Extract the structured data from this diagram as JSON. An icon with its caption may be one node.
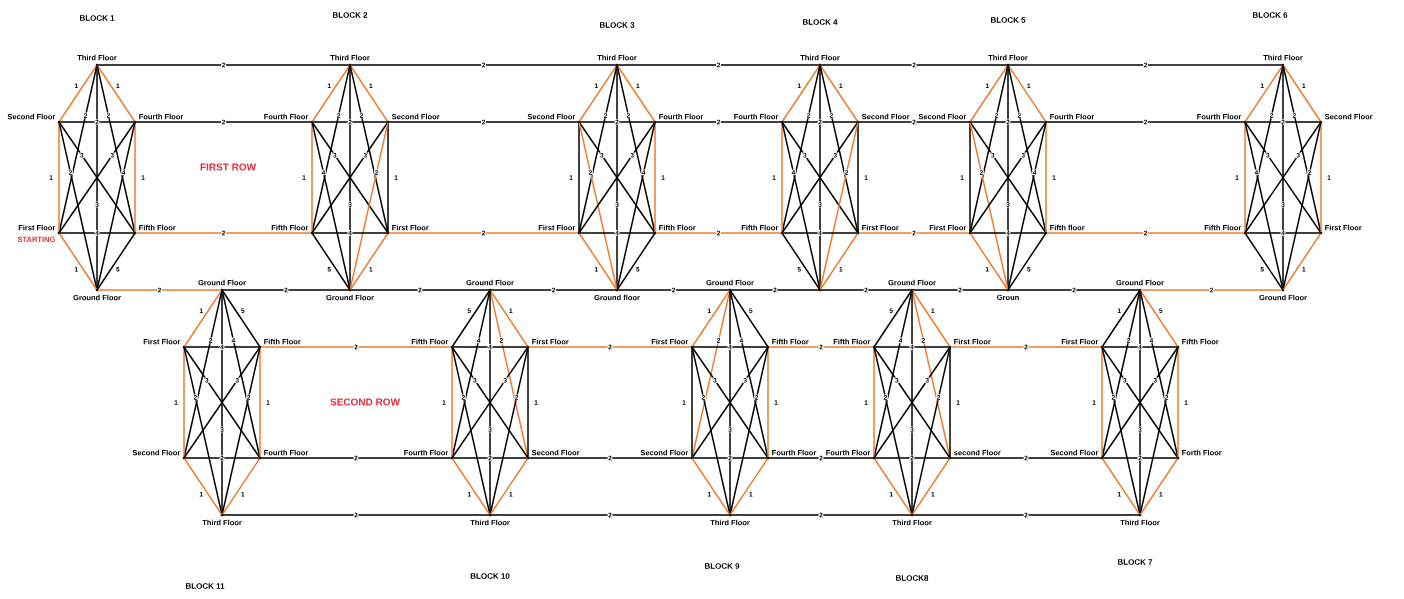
{
  "diagram": {
    "nodes": [
      {
        "text": [],
        "shape": "circle",
        "beside": [
          "Third Floor"
        ]
      },
      {
        "text": [],
        "shape": "circle",
        "beside": [
          "Second Floor"
        ]
      },
      {
        "text": [],
        "shape": "circle",
        "beside": [
          "Fourth Floor"
        ]
      },
      {
        "text": [],
        "shape": "circle",
        "beside": [
          "First Floor",
          "STARTING"
        ]
      },
      {
        "text": [],
        "shape": "circle",
        "beside": [
          "Fifth Floor"
        ]
      },
      {
        "text": [],
        "shape": "circle",
        "beside": [
          "Ground Floor"
        ]
      },
      {
        "text": [],
        "shape": "circle",
        "beside": [
          "Third Floor"
        ]
      },
      {
        "text": [],
        "shape": "circle",
        "beside": [
          "Fourth Floor"
        ]
      },
      {
        "text": [],
        "shape": "circle",
        "beside": [
          "Second Floor"
        ]
      },
      {
        "text": [],
        "shape": "circle",
        "beside": [
          "Fifth Floor"
        ]
      },
      {
        "text": [],
        "shape": "circle",
        "beside": [
          "First Floor"
        ]
      },
      {
        "text": [],
        "shape": "circle",
        "beside": [
          "Ground Floor"
        ]
      },
      {
        "text": [],
        "shape": "circle",
        "beside": [
          "Third Floor"
        ]
      },
      {
        "text": [],
        "shape": "circle",
        "beside": [
          "Second Floor"
        ]
      },
      {
        "text": [],
        "shape": "circle",
        "beside": [
          "Fourth Floor"
        ]
      },
      {
        "text": [],
        "shape": "circle",
        "beside": [
          "First Floor"
        ]
      },
      {
        "text": [],
        "shape": "circle",
        "beside": [
          "Fifth Floor"
        ]
      },
      {
        "text": [],
        "shape": "circle",
        "beside": [
          "Ground floor"
        ]
      },
      {
        "text": [],
        "shape": "circle",
        "beside": [
          "Third Floor"
        ]
      },
      {
        "text": [],
        "shape": "circle",
        "beside": [
          "Fourth Floor"
        ]
      },
      {
        "text": [],
        "shape": "circle",
        "beside": [
          "Second Floor"
        ]
      },
      {
        "text": [],
        "shape": "circle",
        "beside": [
          "Fifth Floor"
        ]
      },
      {
        "text": [],
        "shape": "circle",
        "beside": [
          "First Floor"
        ]
      },
      {
        "text": [],
        "shape": "circle"
      },
      {
        "text": [],
        "shape": "circle",
        "beside": [
          "Third Floor"
        ]
      },
      {
        "text": [],
        "shape": "circle",
        "beside": [
          "Second Floor"
        ]
      },
      {
        "text": [],
        "shape": "circle",
        "beside": [
          "Fourth Floor"
        ]
      },
      {
        "text": [],
        "shape": "circle",
        "beside": [
          "First Floor"
        ]
      },
      {
        "text": [],
        "shape": "circle",
        "beside": [
          "Fifth floor"
        ]
      },
      {
        "text": [],
        "shape": "circle",
        "beside": [
          "Groun"
        ]
      },
      {
        "text": [],
        "shape": "circle",
        "beside": [
          "Third Floor"
        ]
      },
      {
        "text": [],
        "shape": "circle",
        "beside": [
          "Fourth Floor"
        ]
      },
      {
        "text": [],
        "shape": "circle",
        "beside": [
          "Second Floor"
        ]
      },
      {
        "text": [],
        "shape": "circle",
        "beside": [
          "Fifth Floor"
        ]
      },
      {
        "text": [],
        "shape": "circle",
        "beside": [
          "First Floor"
        ]
      },
      {
        "text": [],
        "shape": "circle",
        "beside": [
          "Ground Floor"
        ]
      },
      {
        "text": [],
        "shape": "circle",
        "beside": [
          "Ground Floor"
        ]
      },
      {
        "text": [],
        "shape": "circle",
        "beside": [
          "First Floor"
        ]
      },
      {
        "text": [],
        "shape": "circle",
        "beside": [
          "Fifth Floor"
        ]
      },
      {
        "text": [],
        "shape": "circle",
        "beside": [
          "Second Floor"
        ]
      },
      {
        "text": [],
        "shape": "circle",
        "beside": [
          "Fourth Floor"
        ]
      },
      {
        "text": [],
        "shape": "circle",
        "beside": [
          "Third Floor"
        ]
      },
      {
        "text": [],
        "shape": "circle",
        "beside": [
          "Ground Floor"
        ]
      },
      {
        "text": [],
        "shape": "circle",
        "beside": [
          "Fifth Floor"
        ]
      },
      {
        "text": [],
        "shape": "circle",
        "beside": [
          "First Floor"
        ]
      },
      {
        "text": [],
        "shape": "circle",
        "beside": [
          "Fourth Floor"
        ]
      },
      {
        "text": [],
        "shape": "circle",
        "beside": [
          "Second Floor"
        ]
      },
      {
        "text": [],
        "shape": "circle",
        "beside": [
          "Third Floor"
        ]
      },
      {
        "text": [],
        "shape": "circle",
        "beside": [
          "Ground Floor"
        ]
      },
      {
        "text": [],
        "shape": "circle",
        "beside": [
          "First Floor"
        ]
      },
      {
        "text": [],
        "shape": "circle",
        "beside": [
          "Fifth Floor"
        ]
      },
      {
        "text": [],
        "shape": "circle",
        "beside": [
          "Second Floor"
        ]
      },
      {
        "text": [],
        "shape": "circle",
        "beside": [
          "Fourth Floor"
        ]
      },
      {
        "text": [],
        "shape": "circle",
        "beside": [
          "Third Floor"
        ]
      },
      {
        "text": [],
        "shape": "circle",
        "beside": [
          "Ground Floor"
        ]
      },
      {
        "text": [],
        "shape": "circle",
        "beside": [
          "Fifth Floor"
        ]
      },
      {
        "text": [],
        "shape": "circle",
        "beside": [
          "First Floor"
        ]
      },
      {
        "text": [],
        "shape": "circle",
        "beside": [
          "Fourth Floor"
        ]
      },
      {
        "text": [],
        "shape": "circle",
        "beside": [
          "second Floor"
        ]
      },
      {
        "text": [],
        "shape": "circle",
        "beside": [
          "Third Floor"
        ]
      },
      {
        "text": [],
        "shape": "circle",
        "beside": [
          "Ground Floor"
        ]
      },
      {
        "text": [],
        "shape": "circle",
        "beside": [
          "First Floor"
        ]
      },
      {
        "text": [],
        "shape": "circle",
        "beside": [
          "Fifth Floor"
        ]
      },
      {
        "text": [],
        "shape": "circle",
        "beside": [
          "Second Floor"
        ]
      },
      {
        "text": [],
        "shape": "circle",
        "beside": [
          "Forth Floor"
        ]
      },
      {
        "text": [],
        "shape": "circle",
        "beside": [
          "Third Floor"
        ]
      }
    ],
    "edges": [
      {
        "from": 0,
        "to": 1,
        "arrow": "none",
        "label": "1",
        "color": "#ed7d31"
      },
      {
        "from": 0,
        "to": 2,
        "arrow": "none",
        "label": "1",
        "color": "#ed7d31"
      },
      {
        "from": 0,
        "to": 3,
        "arrow": "none",
        "label": "2"
      },
      {
        "from": 0,
        "to": 4,
        "arrow": "none",
        "label": "2"
      },
      {
        "from": 0,
        "to": 5,
        "arrow": "none",
        "label": "3"
      },
      {
        "from": 1,
        "to": 2,
        "arrow": "none",
        "label": "2"
      },
      {
        "from": 1,
        "to": 3,
        "arrow": "none",
        "label": "1",
        "color": "#ed7d31"
      },
      {
        "from": 1,
        "to": 4,
        "arrow": "none",
        "label": "3"
      },
      {
        "from": 1,
        "to": 5,
        "arrow": "none",
        "label": "2"
      },
      {
        "from": 2,
        "to": 3,
        "arrow": "none",
        "label": "3"
      },
      {
        "from": 2,
        "to": 4,
        "arrow": "none",
        "label": "1",
        "color": "#ed7d31"
      },
      {
        "from": 2,
        "to": 5,
        "arrow": "none",
        "label": "4"
      },
      {
        "from": 3,
        "to": 4,
        "arrow": "none",
        "label": "4"
      },
      {
        "from": 3,
        "to": 5,
        "arrow": "none",
        "label": "1",
        "color": "#ed7d31"
      },
      {
        "from": 4,
        "to": 5,
        "arrow": "none",
        "label": "5"
      },
      {
        "from": 6,
        "to": 7,
        "arrow": "none",
        "label": "1",
        "color": "#ed7d31"
      },
      {
        "from": 6,
        "to": 8,
        "arrow": "none",
        "label": "1",
        "color": "#ed7d31"
      },
      {
        "from": 6,
        "to": 9,
        "arrow": "none",
        "label": "2"
      },
      {
        "from": 6,
        "to": 10,
        "arrow": "none",
        "label": "2"
      },
      {
        "from": 6,
        "to": 11,
        "arrow": "none",
        "label": "3"
      },
      {
        "from": 7,
        "to": 8,
        "arrow": "none",
        "label": "2"
      },
      {
        "from": 7,
        "to": 9,
        "arrow": "none",
        "label": "1",
        "color": "#ed7d31"
      },
      {
        "from": 7,
        "to": 10,
        "arrow": "none",
        "label": "3"
      },
      {
        "from": 7,
        "to": 11,
        "arrow": "none",
        "label": "4"
      },
      {
        "from": 8,
        "to": 9,
        "arrow": "none",
        "label": "3"
      },
      {
        "from": 8,
        "to": 10,
        "arrow": "none",
        "label": "1"
      },
      {
        "from": 8,
        "to": 11,
        "arrow": "none",
        "label": "2",
        "color": "#ed7d31"
      },
      {
        "from": 9,
        "to": 10,
        "arrow": "none",
        "label": "4"
      },
      {
        "from": 9,
        "to": 11,
        "arrow": "none",
        "label": "5"
      },
      {
        "from": 10,
        "to": 11,
        "arrow": "none",
        "label": "1",
        "color": "#ed7d31"
      },
      {
        "from": 12,
        "to": 13,
        "arrow": "none",
        "label": "1",
        "color": "#ed7d31"
      },
      {
        "from": 12,
        "to": 14,
        "arrow": "none",
        "label": "1",
        "color": "#ed7d31"
      },
      {
        "from": 12,
        "to": 15,
        "arrow": "none",
        "label": "2"
      },
      {
        "from": 12,
        "to": 16,
        "arrow": "none",
        "label": "2"
      },
      {
        "from": 12,
        "to": 17,
        "arrow": "none",
        "label": "3"
      },
      {
        "from": 13,
        "to": 14,
        "arrow": "none",
        "label": "2"
      },
      {
        "from": 13,
        "to": 15,
        "arrow": "none",
        "label": "1"
      },
      {
        "from": 13,
        "to": 16,
        "arrow": "none",
        "label": "3"
      },
      {
        "from": 13,
        "to": 17,
        "arrow": "none",
        "label": "2",
        "color": "#ed7d31"
      },
      {
        "from": 14,
        "to": 15,
        "arrow": "none",
        "label": "3"
      },
      {
        "from": 14,
        "to": 16,
        "arrow": "none",
        "label": "1",
        "color": "#ed7d31"
      },
      {
        "from": 14,
        "to": 17,
        "arrow": "none",
        "label": "4"
      },
      {
        "from": 15,
        "to": 16,
        "arrow": "none",
        "label": "4"
      },
      {
        "from": 15,
        "to": 17,
        "arrow": "none",
        "label": "1",
        "color": "#ed7d31"
      },
      {
        "from": 16,
        "to": 17,
        "arrow": "none",
        "label": "5"
      },
      {
        "from": 18,
        "to": 19,
        "arrow": "none",
        "label": "1",
        "color": "#ed7d31"
      },
      {
        "from": 18,
        "to": 20,
        "arrow": "none",
        "label": "1",
        "color": "#ed7d31"
      },
      {
        "from": 18,
        "to": 21,
        "arrow": "none",
        "label": "2"
      },
      {
        "from": 18,
        "to": 22,
        "arrow": "none",
        "label": "2"
      },
      {
        "from": 18,
        "to": 23,
        "arrow": "none",
        "label": "3"
      },
      {
        "from": 19,
        "to": 20,
        "arrow": "none",
        "label": "2"
      },
      {
        "from": 19,
        "to": 21,
        "arrow": "none",
        "label": "1",
        "color": "#ed7d31"
      },
      {
        "from": 19,
        "to": 22,
        "arrow": "none",
        "label": "3"
      },
      {
        "from": 19,
        "to": 23,
        "arrow": "none",
        "label": "4"
      },
      {
        "from": 20,
        "to": 21,
        "arrow": "none",
        "label": "3"
      },
      {
        "from": 20,
        "to": 22,
        "arrow": "none",
        "label": "1"
      },
      {
        "from": 20,
        "to": 23,
        "arrow": "none",
        "label": "2",
        "color": "#ed7d31"
      },
      {
        "from": 21,
        "to": 22,
        "arrow": "none",
        "label": "4"
      },
      {
        "from": 21,
        "to": 23,
        "arrow": "none",
        "label": "5"
      },
      {
        "from": 22,
        "to": 23,
        "arrow": "none",
        "label": "1",
        "color": "#ed7d31"
      },
      {
        "from": 24,
        "to": 25,
        "arrow": "none",
        "label": "1",
        "color": "#ed7d31"
      },
      {
        "from": 24,
        "to": 26,
        "arrow": "none",
        "label": "1",
        "color": "#ed7d31"
      },
      {
        "from": 24,
        "to": 27,
        "arrow": "none",
        "label": "2"
      },
      {
        "from": 24,
        "to": 28,
        "arrow": "none",
        "label": "2"
      },
      {
        "from": 24,
        "to": 29,
        "arrow": "none",
        "label": "3"
      },
      {
        "from": 25,
        "to": 26,
        "arrow": "none",
        "label": "2"
      },
      {
        "from": 25,
        "to": 27,
        "arrow": "none",
        "label": "1"
      },
      {
        "from": 25,
        "to": 28,
        "arrow": "none",
        "label": "3"
      },
      {
        "from": 25,
        "to": 29,
        "arrow": "none",
        "label": "2",
        "color": "#ed7d31"
      },
      {
        "from": 26,
        "to": 27,
        "arrow": "none",
        "label": "3"
      },
      {
        "from": 26,
        "to": 28,
        "arrow": "none",
        "label": "1",
        "color": "#ed7d31"
      },
      {
        "from": 26,
        "to": 29,
        "arrow": "none",
        "label": "4"
      },
      {
        "from": 27,
        "to": 28,
        "arrow": "none",
        "label": "4"
      },
      {
        "from": 27,
        "to": 29,
        "arrow": "none",
        "label": "1",
        "color": "#ed7d31"
      },
      {
        "from": 28,
        "to": 29,
        "arrow": "none",
        "label": "5"
      },
      {
        "from": 30,
        "to": 31,
        "arrow": "none",
        "label": "1",
        "color": "#ed7d31"
      },
      {
        "from": 30,
        "to": 32,
        "arrow": "none",
        "label": "1",
        "color": "#ed7d31"
      },
      {
        "from": 30,
        "to": 33,
        "arrow": "none",
        "label": "2"
      },
      {
        "from": 30,
        "to": 34,
        "arrow": "none",
        "label": "2"
      },
      {
        "from": 30,
        "to": 35,
        "arrow": "none",
        "label": "3"
      },
      {
        "from": 31,
        "to": 32,
        "arrow": "none",
        "label": "2"
      },
      {
        "from": 31,
        "to": 33,
        "arrow": "none",
        "label": "1",
        "color": "#ed7d31"
      },
      {
        "from": 31,
        "to": 34,
        "arrow": "none",
        "label": "3"
      },
      {
        "from": 31,
        "to": 35,
        "arrow": "none",
        "label": "4"
      },
      {
        "from": 32,
        "to": 33,
        "arrow": "none",
        "label": "3"
      },
      {
        "from": 32,
        "to": 34,
        "arrow": "none",
        "label": "1",
        "color": "#ed7d31"
      },
      {
        "from": 32,
        "to": 35,
        "arrow": "none",
        "label": "2"
      },
      {
        "from": 33,
        "to": 34,
        "arrow": "none",
        "label": "4"
      },
      {
        "from": 33,
        "to": 35,
        "arrow": "none",
        "label": "5"
      },
      {
        "from": 34,
        "to": 35,
        "arrow": "none",
        "label": "1",
        "color": "#ed7d31"
      },
      {
        "from": 36,
        "to": 37,
        "arrow": "none",
        "label": "1",
        "color": "#ed7d31"
      },
      {
        "from": 36,
        "to": 38,
        "arrow": "none",
        "label": "5"
      },
      {
        "from": 36,
        "to": 39,
        "arrow": "none",
        "label": "2"
      },
      {
        "from": 36,
        "to": 40,
        "arrow": "none",
        "label": "4"
      },
      {
        "from": 36,
        "to": 41,
        "arrow": "none",
        "label": "3"
      },
      {
        "from": 37,
        "to": 38,
        "arrow": "none",
        "label": "4"
      },
      {
        "from": 37,
        "to": 39,
        "arrow": "none",
        "label": "1",
        "color": "#ed7d31"
      },
      {
        "from": 37,
        "to": 40,
        "arrow": "none",
        "label": "3"
      },
      {
        "from": 37,
        "to": 41,
        "arrow": "none",
        "label": "2"
      },
      {
        "from": 38,
        "to": 39,
        "arrow": "none",
        "label": "3"
      },
      {
        "from": 38,
        "to": 40,
        "arrow": "none",
        "label": "1",
        "color": "#ed7d31"
      },
      {
        "from": 38,
        "to": 41,
        "arrow": "none",
        "label": "2"
      },
      {
        "from": 39,
        "to": 40,
        "arrow": "none",
        "label": "2"
      },
      {
        "from": 39,
        "to": 41,
        "arrow": "none",
        "label": "1",
        "color": "#ed7d31"
      },
      {
        "from": 40,
        "to": 41,
        "arrow": "none",
        "label": "1",
        "color": "#ed7d31"
      },
      {
        "from": 42,
        "to": 43,
        "arrow": "none",
        "label": "5"
      },
      {
        "from": 42,
        "to": 44,
        "arrow": "none",
        "label": "1",
        "color": "#ed7d31"
      },
      {
        "from": 42,
        "to": 45,
        "arrow": "none",
        "label": "4"
      },
      {
        "from": 42,
        "to": 46,
        "arrow": "none",
        "label": "2",
        "color": "#ed7d31"
      },
      {
        "from": 42,
        "to": 47,
        "arrow": "none",
        "label": "3"
      },
      {
        "from": 43,
        "to": 44,
        "arrow": "none",
        "label": "4"
      },
      {
        "from": 43,
        "to": 45,
        "arrow": "none",
        "label": "1",
        "color": "#ed7d31"
      },
      {
        "from": 43,
        "to": 46,
        "arrow": "none",
        "label": "3"
      },
      {
        "from": 43,
        "to": 47,
        "arrow": "none",
        "label": "2"
      },
      {
        "from": 44,
        "to": 45,
        "arrow": "none",
        "label": "3"
      },
      {
        "from": 44,
        "to": 46,
        "arrow": "none",
        "label": "1"
      },
      {
        "from": 44,
        "to": 47,
        "arrow": "none",
        "label": "2"
      },
      {
        "from": 45,
        "to": 46,
        "arrow": "none",
        "label": "2"
      },
      {
        "from": 45,
        "to": 47,
        "arrow": "none",
        "label": "1",
        "color": "#ed7d31"
      },
      {
        "from": 46,
        "to": 47,
        "arrow": "none",
        "label": "1",
        "color": "#ed7d31"
      },
      {
        "from": 48,
        "to": 49,
        "arrow": "none",
        "label": "1",
        "color": "#ed7d31"
      },
      {
        "from": 48,
        "to": 50,
        "arrow": "none",
        "label": "5"
      },
      {
        "from": 48,
        "to": 51,
        "arrow": "none",
        "label": "2",
        "color": "#ed7d31"
      },
      {
        "from": 48,
        "to": 52,
        "arrow": "none",
        "label": "4"
      },
      {
        "from": 48,
        "to": 53,
        "arrow": "none",
        "label": "3"
      },
      {
        "from": 49,
        "to": 50,
        "arrow": "none",
        "label": "4"
      },
      {
        "from": 49,
        "to": 51,
        "arrow": "none",
        "label": "1"
      },
      {
        "from": 49,
        "to": 52,
        "arrow": "none",
        "label": "3"
      },
      {
        "from": 49,
        "to": 53,
        "arrow": "none",
        "label": "2"
      },
      {
        "from": 50,
        "to": 51,
        "arrow": "none",
        "label": "3"
      },
      {
        "from": 50,
        "to": 52,
        "arrow": "none",
        "label": "1",
        "color": "#ed7d31"
      },
      {
        "from": 50,
        "to": 53,
        "arrow": "none",
        "label": "2"
      },
      {
        "from": 51,
        "to": 52,
        "arrow": "none",
        "label": "2"
      },
      {
        "from": 51,
        "to": 53,
        "arrow": "none",
        "label": "1",
        "color": "#ed7d31"
      },
      {
        "from": 52,
        "to": 53,
        "arrow": "none",
        "label": "1",
        "color": "#ed7d31"
      },
      {
        "from": 54,
        "to": 55,
        "arrow": "none",
        "label": "5"
      },
      {
        "from": 54,
        "to": 56,
        "arrow": "none",
        "label": "1",
        "color": "#ed7d31"
      },
      {
        "from": 54,
        "to": 57,
        "arrow": "none",
        "label": "4"
      },
      {
        "from": 54,
        "to": 58,
        "arrow": "none",
        "label": "2",
        "color": "#ed7d31"
      },
      {
        "from": 54,
        "to": 59,
        "arrow": "none",
        "label": "3"
      },
      {
        "from": 55,
        "to": 56,
        "arrow": "none",
        "label": "4"
      },
      {
        "from": 55,
        "to": 57,
        "arrow": "none",
        "label": "1",
        "color": "#ed7d31"
      },
      {
        "from": 55,
        "to": 58,
        "arrow": "none",
        "label": "3"
      },
      {
        "from": 55,
        "to": 59,
        "arrow": "none",
        "label": "2"
      },
      {
        "from": 56,
        "to": 57,
        "arrow": "none",
        "label": "3"
      },
      {
        "from": 56,
        "to": 58,
        "arrow": "none",
        "label": "1"
      },
      {
        "from": 56,
        "to": 59,
        "arrow": "none",
        "label": "2"
      },
      {
        "from": 57,
        "to": 58,
        "arrow": "none",
        "label": "2"
      },
      {
        "from": 57,
        "to": 59,
        "arrow": "none",
        "label": "1",
        "color": "#ed7d31"
      },
      {
        "from": 58,
        "to": 59,
        "arrow": "none",
        "label": "1",
        "color": "#ed7d31"
      },
      {
        "from": 60,
        "to": 61,
        "arrow": "none",
        "label": "1"
      },
      {
        "from": 60,
        "to": 62,
        "arrow": "none",
        "label": "5",
        "color": "#ed7d31"
      },
      {
        "from": 60,
        "to": 63,
        "arrow": "none",
        "label": "2"
      },
      {
        "from": 60,
        "to": 64,
        "arrow": "none",
        "label": "4"
      },
      {
        "from": 60,
        "to": 65,
        "arrow": "none",
        "label": "3"
      },
      {
        "from": 61,
        "to": 62,
        "arrow": "none",
        "label": "4"
      },
      {
        "from": 61,
        "to": 63,
        "arrow": "none",
        "label": "1",
        "color": "#ed7d31"
      },
      {
        "from": 61,
        "to": 64,
        "arrow": "none",
        "label": "3"
      },
      {
        "from": 61,
        "to": 65,
        "arrow": "none",
        "label": "2"
      },
      {
        "from": 62,
        "to": 63,
        "arrow": "none",
        "label": "3"
      },
      {
        "from": 62,
        "to": 64,
        "arrow": "none",
        "label": "1",
        "color": "#ed7d31"
      },
      {
        "from": 62,
        "to": 65,
        "arrow": "none",
        "label": "2"
      },
      {
        "from": 63,
        "to": 64,
        "arrow": "none",
        "label": "2"
      },
      {
        "from": 63,
        "to": 65,
        "arrow": "none",
        "label": "1",
        "color": "#ed7d31"
      },
      {
        "from": 64,
        "to": 65,
        "arrow": "none",
        "label": "1",
        "color": "#ed7d31"
      },
      {
        "from": 0,
        "to": 6,
        "arrow": "none",
        "label": "2"
      },
      {
        "from": 2,
        "to": 7,
        "arrow": "none",
        "label": "2"
      },
      {
        "from": 4,
        "to": 9,
        "arrow": "none",
        "label": "2",
        "color": "#ed7d31"
      },
      {
        "from": 6,
        "to": 12,
        "arrow": "none",
        "label": "2"
      },
      {
        "from": 8,
        "to": 13,
        "arrow": "none",
        "label": "2"
      },
      {
        "from": 10,
        "to": 15,
        "arrow": "none",
        "label": "2",
        "color": "#ed7d31"
      },
      {
        "from": 12,
        "to": 18,
        "arrow": "none",
        "label": "2"
      },
      {
        "from": 14,
        "to": 19,
        "arrow": "none",
        "label": "2"
      },
      {
        "from": 16,
        "to": 21,
        "arrow": "none",
        "label": "2",
        "color": "#ed7d31"
      },
      {
        "from": 18,
        "to": 24,
        "arrow": "none",
        "label": "2"
      },
      {
        "from": 20,
        "to": 25,
        "arrow": "none",
        "label": "2"
      },
      {
        "from": 22,
        "to": 27,
        "arrow": "none",
        "label": "2",
        "color": "#ed7d31"
      },
      {
        "from": 24,
        "to": 30,
        "arrow": "none",
        "label": "2"
      },
      {
        "from": 26,
        "to": 31,
        "arrow": "none",
        "label": "2"
      },
      {
        "from": 28,
        "to": 33,
        "arrow": "none",
        "label": "2",
        "color": "#ed7d31"
      },
      {
        "from": 5,
        "to": 36,
        "arrow": "none",
        "label": "2",
        "color": "#ed7d31"
      },
      {
        "from": 36,
        "to": 11,
        "arrow": "none",
        "label": "2"
      },
      {
        "from": 11,
        "to": 42,
        "arrow": "none",
        "label": "2"
      },
      {
        "from": 42,
        "to": 17,
        "arrow": "none",
        "label": "2"
      },
      {
        "from": 17,
        "to": 48,
        "arrow": "none",
        "label": "2"
      },
      {
        "from": 48,
        "to": 23,
        "arrow": "none",
        "label": "2"
      },
      {
        "from": 23,
        "to": 54,
        "arrow": "none",
        "label": "2"
      },
      {
        "from": 54,
        "to": 29,
        "arrow": "none",
        "label": "2"
      },
      {
        "from": 29,
        "to": 60,
        "arrow": "none",
        "label": "2"
      },
      {
        "from": 60,
        "to": 35,
        "arrow": "none",
        "label": "2",
        "color": "#ed7d31"
      },
      {
        "from": 38,
        "to": 43,
        "arrow": "none",
        "label": "2",
        "color": "#ed7d31"
      },
      {
        "from": 40,
        "to": 45,
        "arrow": "none",
        "label": "2"
      },
      {
        "from": 41,
        "to": 47,
        "arrow": "none",
        "label": "2"
      },
      {
        "from": 44,
        "to": 49,
        "arrow": "none",
        "label": "2",
        "color": "#ed7d31"
      },
      {
        "from": 46,
        "to": 51,
        "arrow": "none",
        "label": "2"
      },
      {
        "from": 47,
        "to": 53,
        "arrow": "none",
        "label": "2"
      },
      {
        "from": 50,
        "to": 55,
        "arrow": "none",
        "label": "2",
        "color": "#ed7d31"
      },
      {
        "from": 52,
        "to": 57,
        "arrow": "none",
        "label": "2"
      },
      {
        "from": 53,
        "to": 59,
        "arrow": "none",
        "label": "2"
      },
      {
        "from": 56,
        "to": 61,
        "arrow": "none",
        "label": "2",
        "color": "#ed7d31"
      },
      {
        "from": 58,
        "to": 63,
        "arrow": "none",
        "label": "2"
      },
      {
        "from": 59,
        "to": 65,
        "arrow": "none",
        "label": "2"
      }
    ],
    "labels": [
      "BLOCK 1",
      "BLOCK 2",
      "BLOCK 3",
      "BLOCK 4",
      "BLOCK 5",
      "BLOCK 6",
      "FIRST ROW",
      "SECOND ROW",
      "BLOCK 11",
      "BLOCK 10",
      "BLOCK 9",
      "BLOCK8",
      "BLOCK 7"
    ]
  }
}
